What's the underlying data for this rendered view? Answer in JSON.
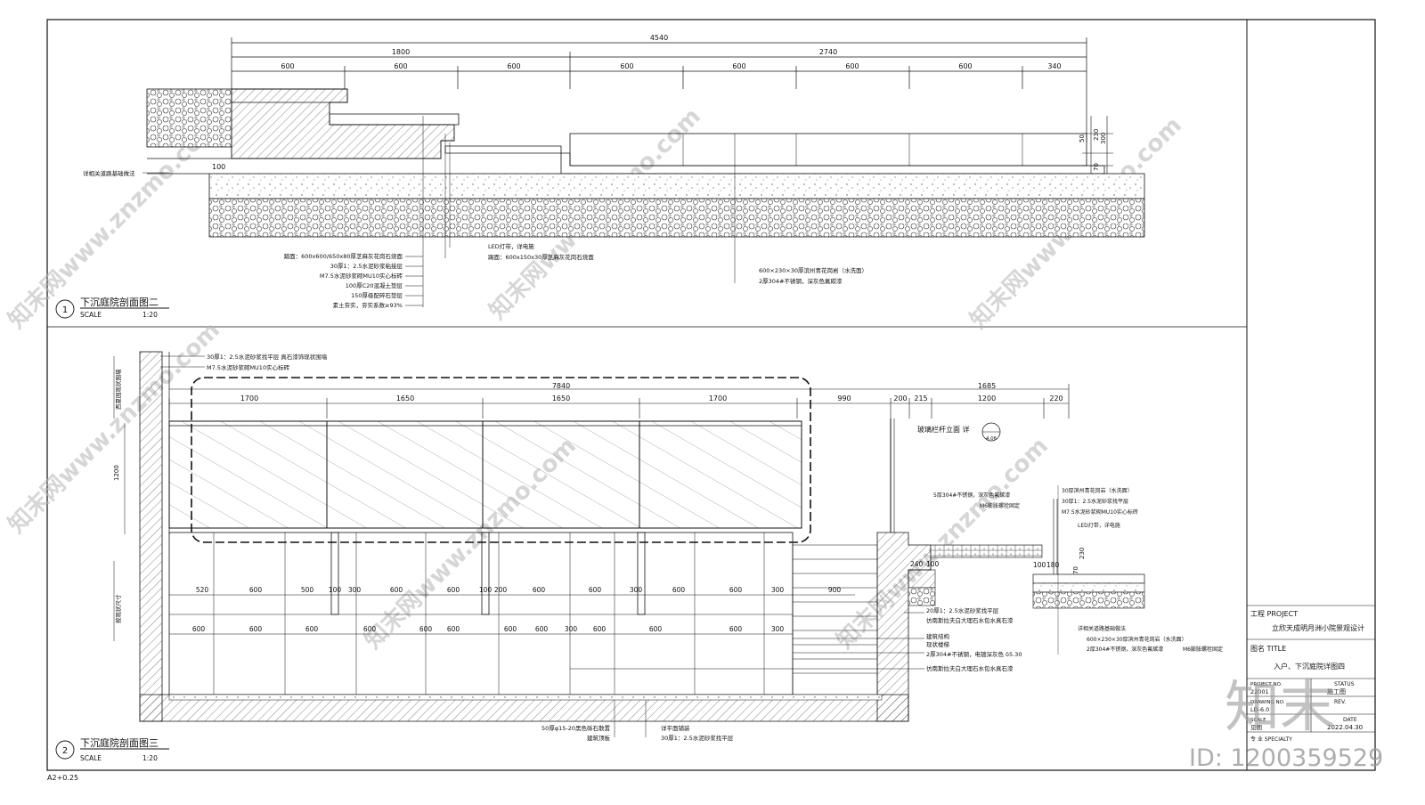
{
  "sheet": {
    "paper_size": "A2+0.25",
    "id_text": "ID: 1200359529",
    "logo_text": "知末"
  },
  "section1": {
    "number": "1",
    "title": "下沉庭院剖面图二",
    "scale_label": "SCALE",
    "scale_value": "1:20",
    "dims_total": "4540",
    "dims_mid": [
      "1800",
      "2740"
    ],
    "dims_sub": [
      "600",
      "600",
      "600",
      "600",
      "600",
      "600",
      "600",
      "340"
    ],
    "dims_vertical": [
      "50",
      "230",
      "300",
      "70"
    ],
    "dim_left": "100",
    "left_note": "详相关道路基础做法",
    "notes_left": [
      "踏面：600x600/650x80厚芝麻灰花岗石烧面",
      "30厚1：2.5水泥砂浆粘接层",
      "M7.5水泥砂浆砌MU10实心标砖",
      "100厚C20混凝土垫层",
      "150厚级配碎石垫层",
      "素土夯实，夯实系数≥93%"
    ],
    "notes_mid": [
      "LED灯带，详电施",
      "踢面：600x150x30厚芝麻灰花岗石烧面"
    ],
    "notes_right": [
      "600×230×30厚滨州青花岗岩（水洗面）",
      "2厚304#不锈钢，深灰色氟碳漆"
    ]
  },
  "section2": {
    "number": "2",
    "title": "下沉庭院剖面图三",
    "scale_label": "SCALE",
    "scale_value": "1:20",
    "dims_top_left_total": "7840",
    "dims_top_left": [
      "1700",
      "1650",
      "1650",
      "1700"
    ],
    "dim_990": "990",
    "dims_top_right_total": "1685",
    "dims_top_right": [
      "200",
      "215",
      "1200",
      "220"
    ],
    "dim_height": "1200",
    "wall_label_top": "西夏园现状围墙",
    "wall_label_mid": "按现状尺寸",
    "top_notes": [
      "30厚1：2.5水泥砂浆找平层 真石漆饰现状围墙",
      "M7.5水泥砂浆砌MU10实心标砖"
    ],
    "elev_label": "玻璃栏杆立面 详",
    "elev_ref": "4.06",
    "row1": [
      "520",
      "600",
      "500",
      "100",
      "300",
      "600",
      "600",
      "100",
      "200",
      "600",
      "600",
      "300",
      "600",
      "600",
      "300",
      "900"
    ],
    "row2": [
      "600",
      "600",
      "600",
      "600",
      "600",
      "600",
      "600",
      "600",
      "300",
      "600",
      "600",
      "600",
      "300"
    ],
    "right_notes": [
      "20厚1：2.5水泥砂浆找平层",
      "仿南斯拉夫白大理石水包水真石漆",
      "建筑结构",
      "现状楼梯",
      "2厚304#不锈钢，电镀深灰色 δ5.30",
      "仿南斯拉夫白大理石水包水真石漆"
    ],
    "detail_dims": [
      "240",
      "100",
      "100",
      "180",
      "70",
      "230"
    ],
    "detail_notes_left": [
      "5厚304#不锈钢，深灰色氟碳漆",
      "M6膨胀螺栓固定"
    ],
    "detail_notes_right": [
      "30厚滨州青花岗岩（水洗面）",
      "30厚1：2.5水泥砂浆找平层",
      "M7.5水泥砂浆砌MU10实心标砖"
    ],
    "detail_led": "LED灯带，详电施",
    "detail_bottom": [
      "详相关道路基础做法",
      "600×230×30厚滨州青花岗岩（水洗面）",
      "2厚304#不锈钢，深灰色氟碳漆",
      "M6膨胀螺栓固定"
    ],
    "bottom_notes": [
      "50厚φ15-20黑色砾石散置",
      "建筑顶板",
      "详平面铺装",
      "30厚1：2.5水泥砂浆找平层"
    ]
  },
  "titleblock": {
    "project_label": "工程 PROJECT",
    "project_name": "立欣天成明月洲小院景观设计",
    "title_label": "图名 TITLE",
    "title_name": "入户、下沉庭院详图四",
    "proj_no_label": "PROJECT NO.",
    "proj_no": "22001",
    "status_label": "STATUS",
    "status": "施工图",
    "drawing_label": "DRAWING NO.",
    "drawing_no": "LD-6.0",
    "rev_label": "REV.",
    "scale_label": "SCALE",
    "scale": "见图",
    "date_label": "DATE",
    "date": "2022.04.30",
    "specialty_label": "专 业 SPECIALTY"
  },
  "watermarks": [
    "知末网www.znzmo.com"
  ]
}
